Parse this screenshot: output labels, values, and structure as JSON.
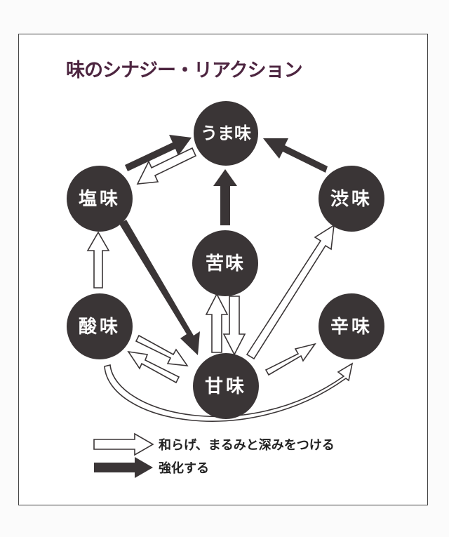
{
  "title": "味のシナジー・リアクション",
  "nodes": {
    "umami": {
      "label": "うま味"
    },
    "salty": {
      "label": "塩味"
    },
    "astringent": {
      "label": "渋味"
    },
    "bitter": {
      "label": "苦味"
    },
    "sour": {
      "label": "酸味"
    },
    "spicy": {
      "label": "辛味"
    },
    "sweet": {
      "label": "甘味"
    }
  },
  "legend": {
    "soften_label": "和らげ、まるみと深みをつける",
    "enhance_label": "強化する"
  },
  "colors": {
    "node_fill": "#3a3536",
    "arrow_dark": "#3a3536",
    "arrow_outline": "#3a3536",
    "title": "#4d2540"
  }
}
